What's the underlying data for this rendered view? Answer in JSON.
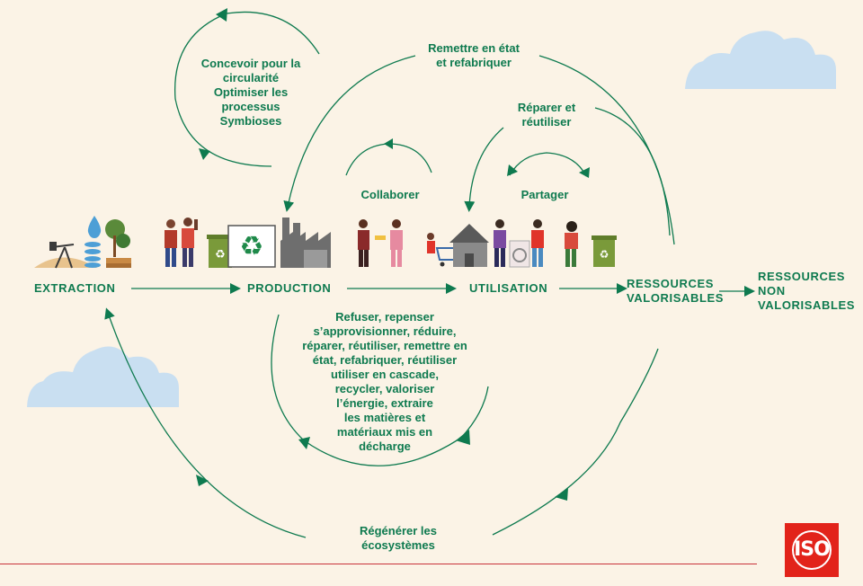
{
  "stages": {
    "extraction": "EXTRACTION",
    "production": "PRODUCTION",
    "utilisation": "UTILISATION",
    "ressources_valorisables": "RESSOURCES\nVALORISABLES",
    "ressources_non_valorisables": "RESSOURCES\nNON\nVALORISABLES"
  },
  "loops": {
    "concevoir": "Concevoir pour la\ncircularité\nOptimiser les\nprocessus\nSymbioses",
    "remettre": "Remettre en état\net refabriquer",
    "reparer": "Réparer et\nréutiliser",
    "collaborer": "Collaborer",
    "partager": "Partager",
    "refuser": "Refuser, repenser\ns’approvisionner, réduire,\nréparer, réutiliser, remettre en\nétat, refabriquer, réutiliser\nutiliser en cascade,\nrecycler, valoriser\nl’énergie, extraire\nles matières et\nmatériaux mis en\ndécharge",
    "regenerer": "Régénérer les\nécosystèmes"
  },
  "logo": {
    "text": "ISO"
  },
  "colors": {
    "accent": "#0e7a4f",
    "background": "#fbf3e6",
    "cloud": "#c9dff1",
    "iso_red": "#e2231a",
    "line": "#c8323a"
  },
  "icons": [
    "oil-pump-icon",
    "water-drop-icon",
    "fish-icon",
    "tree-icon",
    "workers-icon",
    "recycle-bin-icon",
    "recycle-board-icon",
    "factory-icon",
    "people-collaborating-icon",
    "shopping-cart-icon",
    "house-icon",
    "washing-machine-icon"
  ]
}
